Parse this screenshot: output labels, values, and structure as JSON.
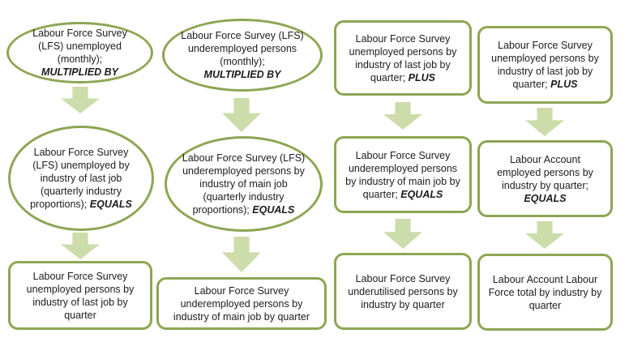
{
  "diagram": {
    "title": "Labour Account labour force derivation flowchart",
    "colors": {
      "shape_border": "#8CA653",
      "arrow_fill": "#CCDCAB",
      "text": "#1C1C1C",
      "background": "#FFFFFF"
    },
    "icons": {
      "arrow": "down-arrow-icon"
    },
    "columns": [
      {
        "id": "lfs-unemployed",
        "nodes": [
          {
            "text": "Labour Force Survey (LFS) unemployed (monthly);",
            "em": "MULTIPLIED BY"
          },
          {
            "text": "Labour Force Survey (LFS) unemployed by industry of last job (quarterly industry proportions);",
            "em": "EQUALS"
          },
          {
            "text": "Labour Force Survey unemployed persons by industry of last job by quarter"
          }
        ]
      },
      {
        "id": "lfs-underemployed",
        "nodes": [
          {
            "text": "Labour Force Survey (LFS) underemployed persons (monthly);",
            "em": "MULTIPLIED BY"
          },
          {
            "text": "Labour Force Survey (LFS) underemployed persons by industry of main job (quarterly industry proportions);",
            "em": "EQUALS"
          },
          {
            "text": "Labour Force Survey underemployed persons by industry of main job by quarter"
          }
        ]
      },
      {
        "id": "lfs-underutilised",
        "nodes": [
          {
            "text": "Labour Force Survey unemployed persons by industry of last job by quarter;",
            "em": "PLUS"
          },
          {
            "text": "Labour Force Survey underemployed persons by industry of main job by quarter;",
            "em": "EQUALS"
          },
          {
            "text": "Labour Force Survey underutilised persons by industry by quarter"
          }
        ]
      },
      {
        "id": "labour-account-total",
        "nodes": [
          {
            "text": "Labour Force Survey unemployed persons by industry of last job by quarter;",
            "em": "PLUS"
          },
          {
            "text": "Labour Account employed persons by industry by quarter;",
            "em": "EQUALS"
          },
          {
            "text": "Labour Account Labour Force total by industry by quarter"
          }
        ]
      }
    ]
  }
}
